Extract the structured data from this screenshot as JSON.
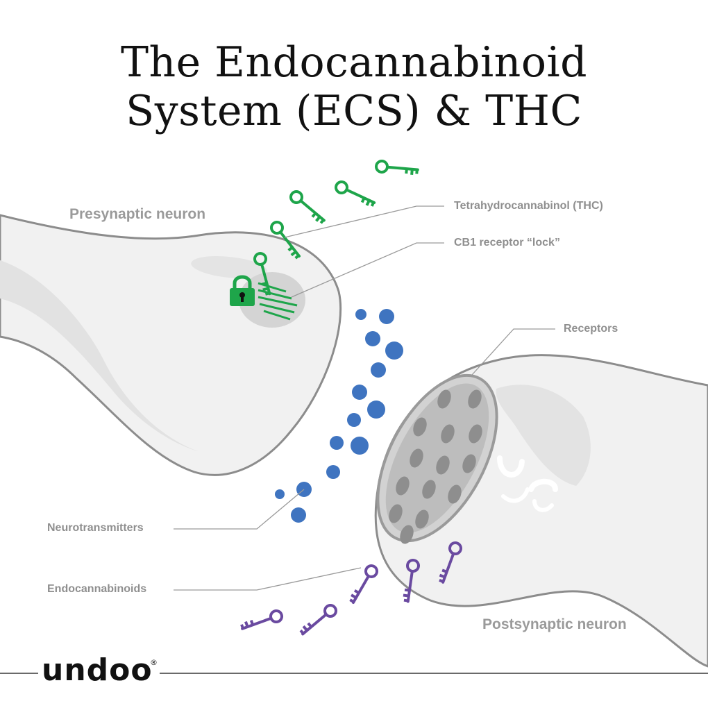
{
  "title": {
    "line1": "The Endocannabinoid",
    "line2": "System (ECS) & THC"
  },
  "labels": {
    "presynaptic": "Presynaptic neuron",
    "postsynaptic": "Postsynaptic neuron",
    "thc": "Tetrahydrocannabinol (THC)",
    "cb1": "CB1 receptor “lock”",
    "receptors": "Receptors",
    "neurotransmitters": "Neurotransmitters",
    "endocannabinoids": "Endocannabinoids"
  },
  "brand": {
    "name": "undoo",
    "registered": "®"
  },
  "colors": {
    "thc_green": "#1ea54a",
    "neurotransmitter_blue": "#3f74c0",
    "endocannabinoid_purple": "#6a4aa0",
    "neuron_fill": "#efefef",
    "neuron_outline": "#8c8c8c",
    "label_gray": "#8f8f8f"
  },
  "icons": [
    "key-icon",
    "lock-icon",
    "receptor-icon",
    "neurotransmitter-dot"
  ]
}
